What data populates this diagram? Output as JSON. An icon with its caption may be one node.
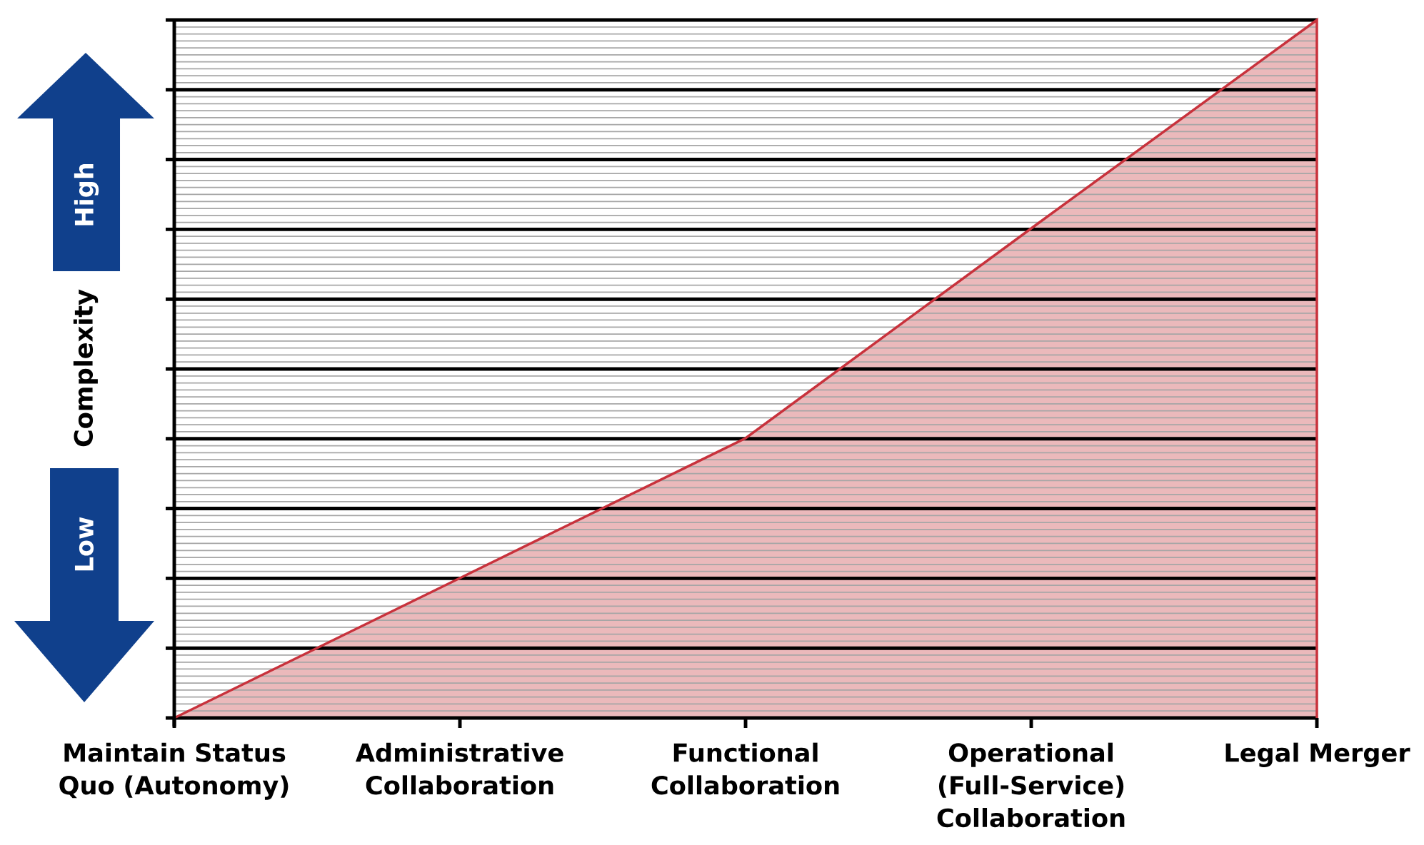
{
  "diagram": {
    "nodes": [
      {
        "text": [
          "High"
        ]
      },
      {
        "text": [
          "Low"
        ]
      }
    ],
    "labels": [
      "Complexity",
      "Maintain Status Quo (Autonomy)",
      "Administrative Collaboration",
      "Functional Collaboration",
      "Operational (Full-Service) Collaboration",
      "Legal Merger"
    ]
  }
}
